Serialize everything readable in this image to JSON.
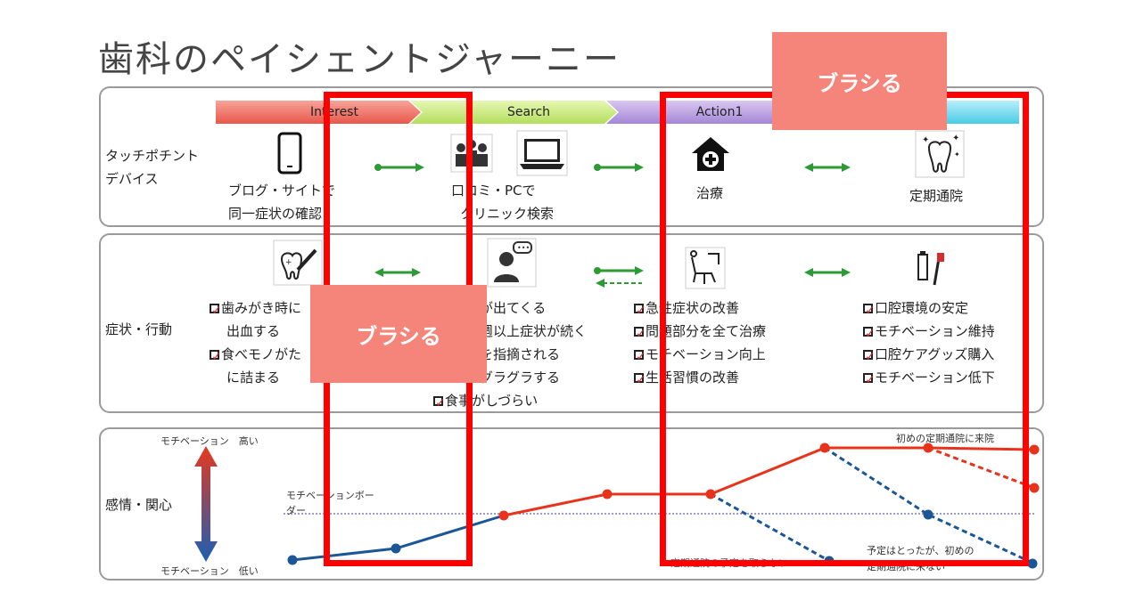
{
  "title": "歯科のペイシェントジャーニー",
  "stages": [
    "Interest",
    "Search",
    "Action1"
  ],
  "touchpoint": {
    "label_lines": [
      "タッチポチント",
      "デバイス"
    ],
    "items": [
      {
        "lines": [
          "ブログ・サイトで",
          "同一症状の確認"
        ],
        "icon": "smartphone-icon"
      },
      {
        "lines": [
          "口コミ・PCで",
          "クリニック検索"
        ],
        "icon": "laptop-icon"
      },
      {
        "lines": [
          "治療"
        ],
        "icon": "clinic-icon"
      },
      {
        "lines": [
          "定期通院"
        ],
        "icon": "tooth-icon"
      }
    ]
  },
  "behavior": {
    "label": "症状・行動",
    "col1": [
      "歯みがき時に",
      "出血する",
      "食べモノがた",
      "に詰まる"
    ],
    "col2": [
      "が出てくる",
      "週以上症状が続く",
      "を指摘される",
      "グラグラする",
      "食事がしづらい"
    ],
    "col3": [
      "急性症状の改善",
      "問題部分を全て治療",
      "モチベーション向上",
      "生活習慣の改善"
    ],
    "col4": [
      "口腔環境の安定",
      "モチベーション維持",
      "口腔ケアグッズ購入",
      "モチベーション低下"
    ]
  },
  "emotion": {
    "label": "感情・関心",
    "high_label": "モチベーション　高い",
    "low_label": "モチベーション　低い",
    "border_label_lines": [
      "モチベーションボー",
      "ダー"
    ],
    "annotation_top": "初めの定期通院に来院",
    "annotation_bottom_lines": [
      "予定はとったが、初めの",
      "定期通院に来ない"
    ],
    "annotation_mid_hidden": "定期通院の予定を取らない"
  },
  "notes": [
    "ブラシる",
    "ブラシる"
  ],
  "colors": {
    "red_line": "#e8331c",
    "blue_line": "#1b5796",
    "arrow_green": "#2e9a35",
    "highlight": "#ff0000",
    "note_bg": "#f5857b"
  }
}
